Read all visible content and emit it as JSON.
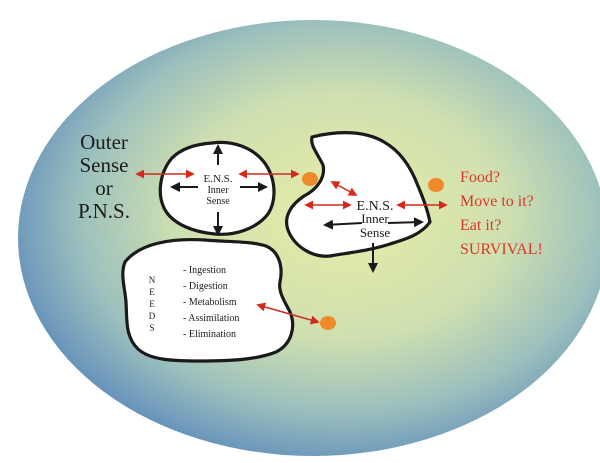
{
  "outer_sense": [
    "Outer",
    "Sense",
    "or",
    "P.N.S."
  ],
  "ens_small": {
    "title": "E.N.S.",
    "line1": "Inner",
    "line2": "Sense"
  },
  "ens_large": {
    "title": "E.N.S.",
    "line1": "Inner",
    "line2": "Sense"
  },
  "needs": {
    "letters": [
      "N",
      "E",
      "E",
      "D",
      "S"
    ],
    "items": [
      "- Ingestion",
      "- Digestion",
      "- Metabolism",
      "- Assimilation",
      "- Elimination"
    ]
  },
  "survival": [
    "Food?",
    "Move to it?",
    "Eat it?",
    "SURVIVAL!"
  ],
  "colors": {
    "background_center": "#e6eca6",
    "background_mid": "#b9d4b3",
    "background_edge": "#5a8ab5",
    "red_arrow": "#d42a1e",
    "red_text": "#d9392a",
    "food_dot": "#ee8a2a",
    "outline": "#1a1a1a"
  }
}
